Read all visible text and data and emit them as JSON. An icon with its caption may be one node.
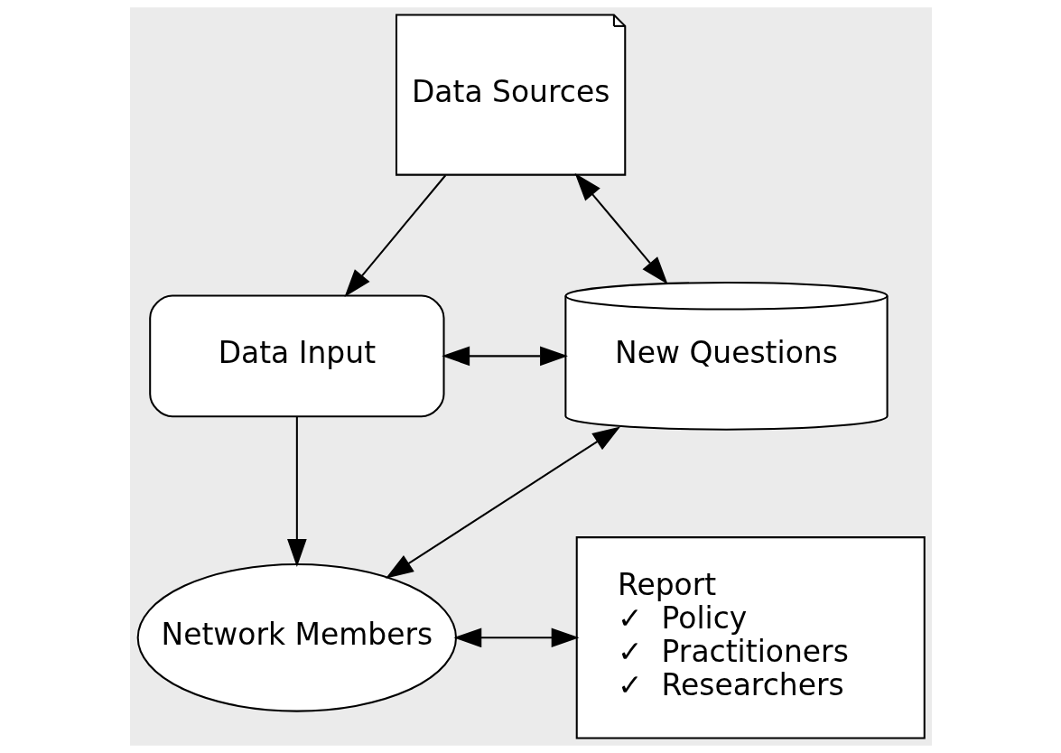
{
  "diagram": {
    "nodes": [
      {
        "text": [
          "Data Sources"
        ]
      },
      {
        "text": [
          "Data Input"
        ]
      },
      {
        "text": [
          "New Questions"
        ]
      },
      {
        "text": [
          "Network Members"
        ]
      },
      {
        "text": [
          "Report",
          "✓  Policy",
          "✓  Practitioners",
          "✓  Researchers"
        ]
      }
    ],
    "edges": [
      {
        "from": 0,
        "to": 1,
        "arrow": "to"
      },
      {
        "from": 0,
        "to": 2,
        "arrow": "both"
      },
      {
        "from": 1,
        "to": 3,
        "arrow": "to"
      },
      {
        "from": 1,
        "to": 2,
        "arrow": "both"
      },
      {
        "from": 3,
        "to": 2,
        "arrow": "both"
      },
      {
        "from": 3,
        "to": 4,
        "arrow": "both"
      }
    ]
  }
}
